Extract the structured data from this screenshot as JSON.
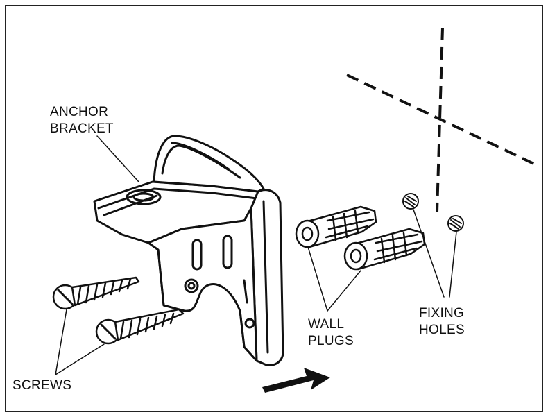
{
  "labels": {
    "anchor_bracket": [
      "ANCHOR",
      "BRACKET"
    ],
    "screws": "SCREWS",
    "wall_plugs": [
      "WALL",
      "PLUGS"
    ],
    "fixing_holes": [
      "FIXING",
      "HOLES"
    ]
  },
  "colors": {
    "ink": "#111111",
    "background": "#ffffff"
  }
}
